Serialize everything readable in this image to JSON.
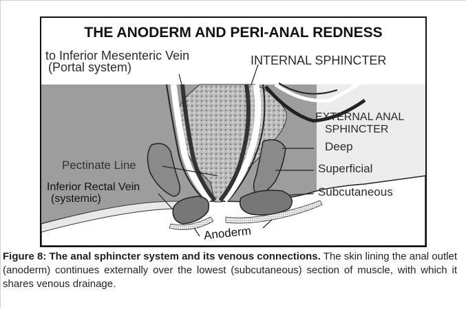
{
  "figure": {
    "title": "THE ANODERM AND PERI-ANAL REDNESS",
    "labels": {
      "mesenteric_line1": "to Inferior Mesenteric Vein",
      "mesenteric_line2": "(Portal system)",
      "internal_sphincter": "INTERNAL SPHINCTER",
      "external_line1": "EXTERNAL ANAL",
      "external_line2": "SPHINCTER",
      "deep": "Deep",
      "superficial": "Superficial",
      "subcutaneous": "Subcutaneous",
      "pectinate_line": "Pectinate Line",
      "rectal_line1": "Inferior Rectal Vein",
      "rectal_line2": "(systemic)",
      "anoderm": "Anoderm"
    }
  },
  "caption": {
    "bold": "Figure 8: The anal sphincter system and its venous connections.",
    "text": " The skin lining the anal outlet (anoderm) continues externally over the lowest (subcutaneous) section of muscle, with which it shares venous drainage."
  }
}
